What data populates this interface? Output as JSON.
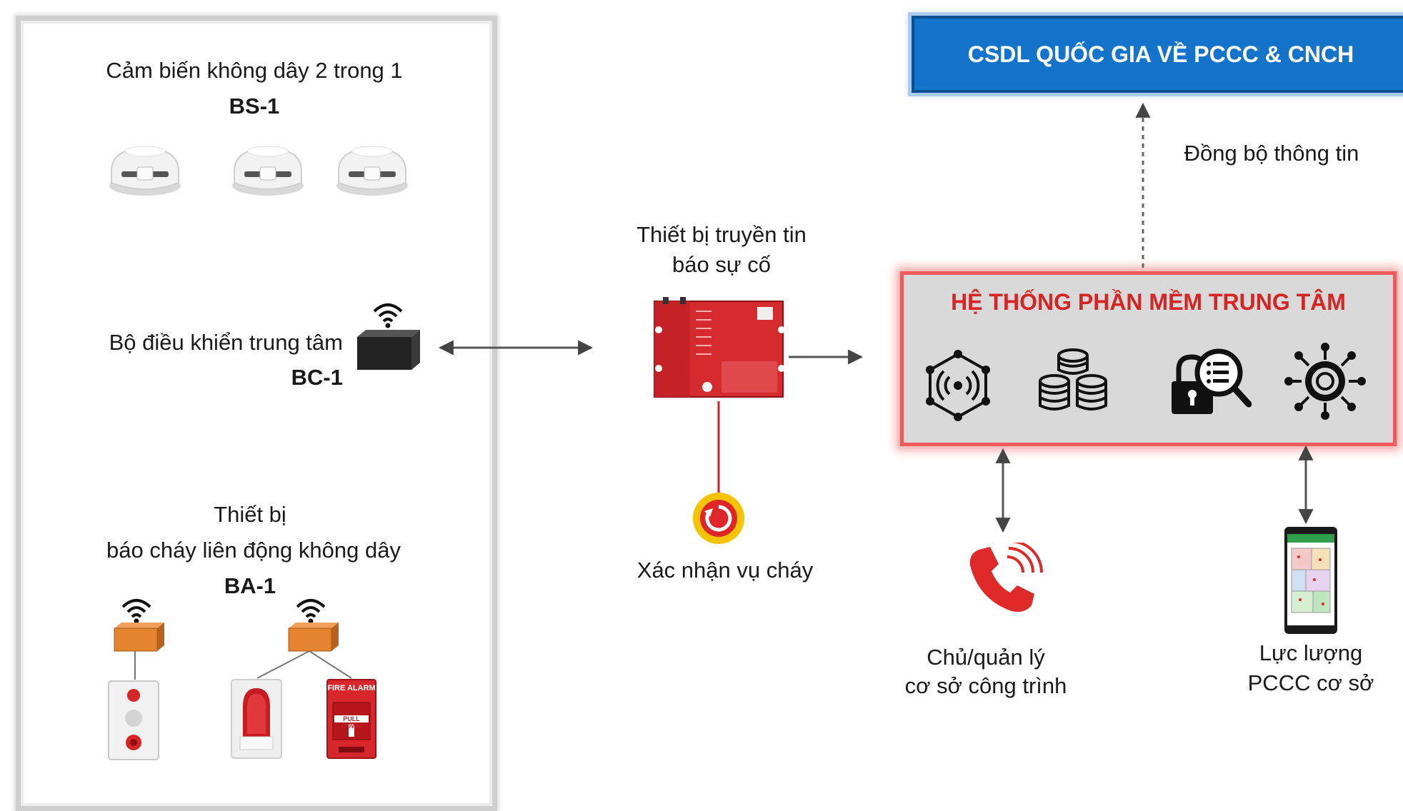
{
  "left_panel": {
    "sensor_title": "Cảm biến không dây 2 trong 1",
    "sensor_code": "BS-1",
    "controller_title": "Bộ điều khiển trung tâm",
    "controller_code": "BC-1",
    "alarm_title_line1": "Thiết bị",
    "alarm_title_line2": "báo cháy liên động không dây",
    "alarm_code": "BA-1",
    "device_labels": {
      "call_point": "FIRE ALARM",
      "pull": "PULL DOWN"
    }
  },
  "transmitter": {
    "title_line1": "Thiết bị truyền tin",
    "title_line2": "báo sự cố",
    "confirm_label": "Xác nhận vụ cháy"
  },
  "database": {
    "label": "CSDL QUỐC GIA VỀ PCCC & CNCH"
  },
  "sync_label": "Đồng bộ thông tin",
  "central_system": {
    "title": "HỆ THỐNG PHẦN MỀM TRUNG TÂM",
    "icons": [
      "iot-network-icon",
      "database-coins-icon",
      "security-search-icon",
      "settings-network-icon"
    ]
  },
  "owner": {
    "line1": "Chủ/quản lý",
    "line2": "cơ sở công trình"
  },
  "force": {
    "line1": "Lực lượng",
    "line2": "PCCC cơ sở"
  },
  "colors": {
    "accent_red": "#d62424",
    "db_blue": "#1474cc",
    "device_red": "#d9262a",
    "controller_black": "#222222",
    "module_orange": "#e5842e"
  }
}
